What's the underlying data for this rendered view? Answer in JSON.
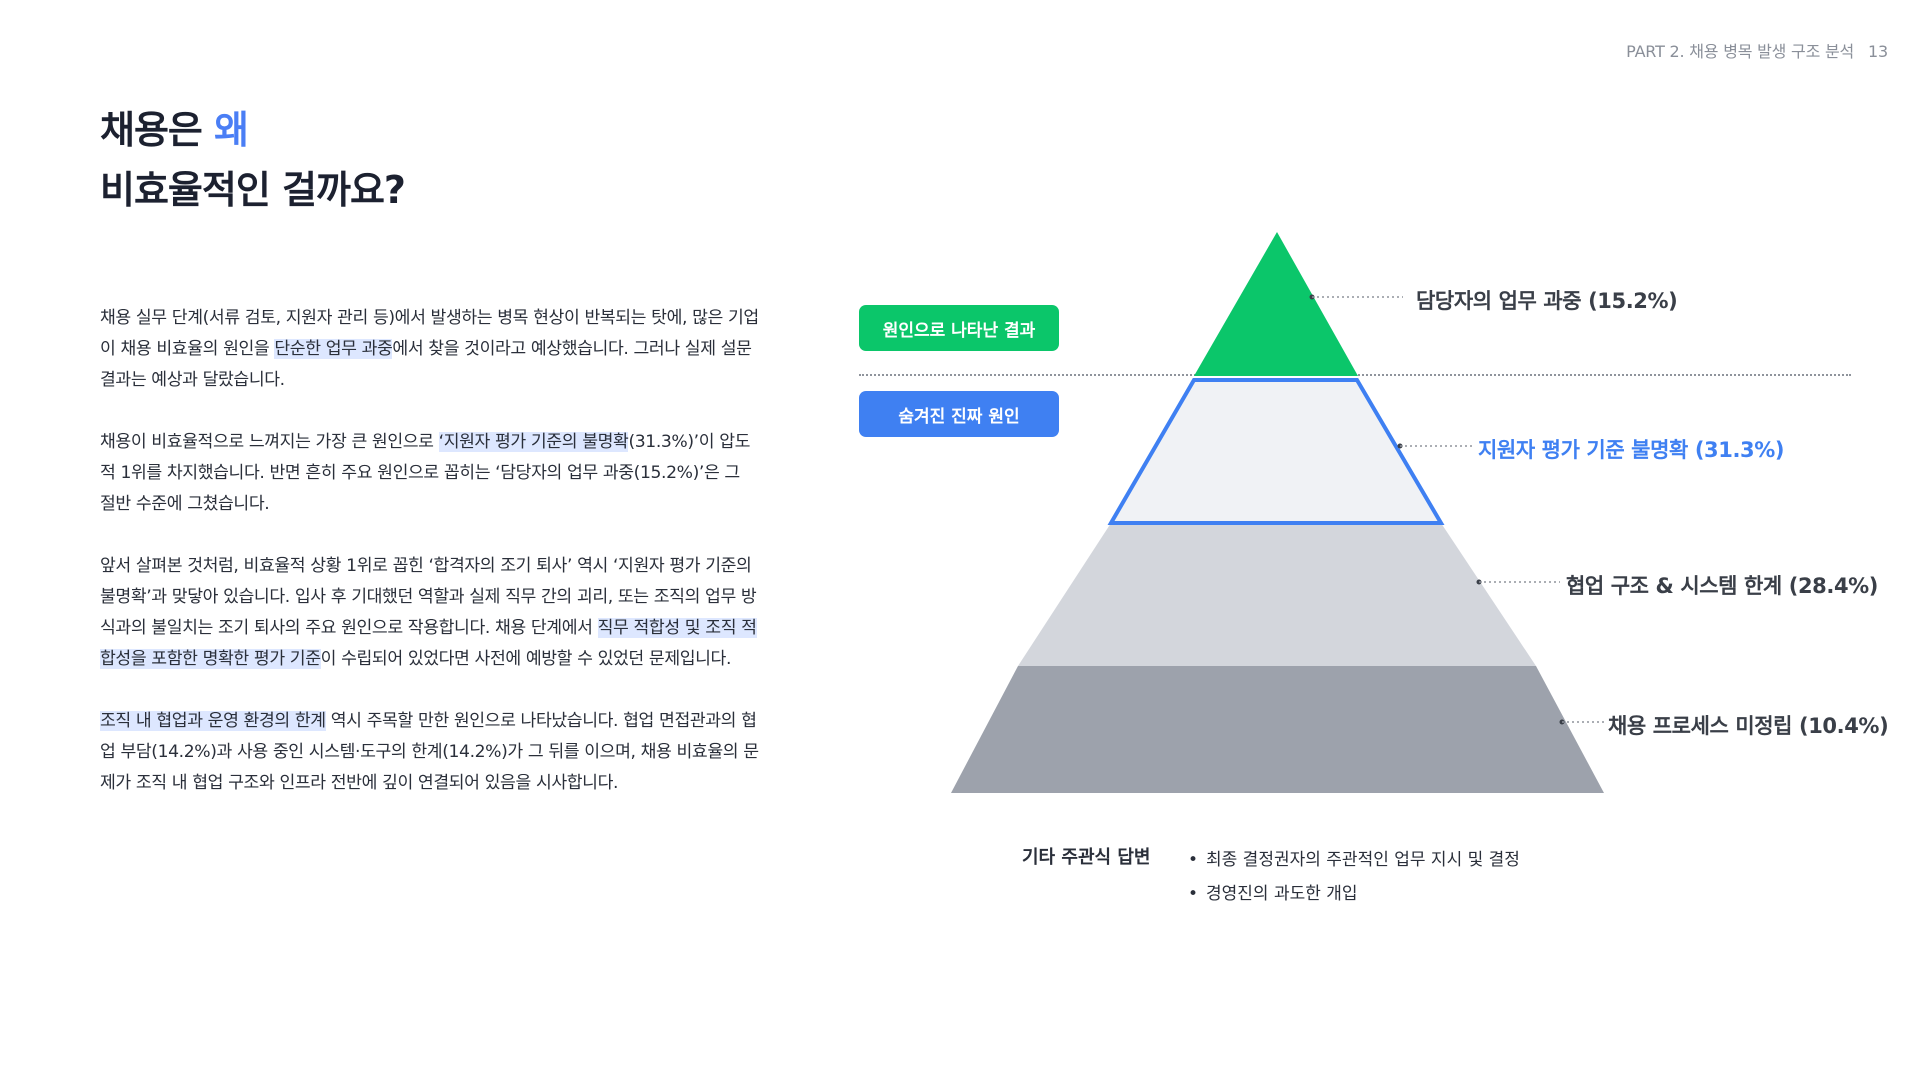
{
  "header": {
    "section": "PART 2. 채용 병목 발생 구조 분석",
    "page_number": "13"
  },
  "title": {
    "line1_prefix": "채용은 ",
    "line1_accent": "왜",
    "line2": "비효율적인 걸까요?"
  },
  "body": {
    "p1": [
      "채용 실무 단계(서류 검토, 지원자 관리 등)에서 발생하는 병목 현상이 반복되는 탓에, 많은 기업이 채용 비효율의 원인을 ",
      "단순한 업무 과중",
      "에서 찾을 것이라고 예상했습니다. 그러나 실제 설문 결과는 예상과 달랐습니다."
    ],
    "p2": [
      "채용이 비효율적으로 느껴지는 가장 큰 원인으로 ",
      "‘지원자 평가 기준의 불명확",
      "(31.3%)’이 압도적 1위를 차지했습니다. 반면 흔히 주요 원인으로 꼽히는 ‘담당자의 업무 과중(15.2%)’은 그 절반 수준에 그쳤습니다."
    ],
    "p3": [
      "앞서 살펴본 것처럼, 비효율적 상황 1위로 꼽힌 ‘합격자의 조기 퇴사’ 역시 ‘지원자 평가 기준의 불명확’과 맞닿아 있습니다. 입사 후 기대했던 역할과 실제 직무 간의 괴리, 또는 조직의 업무 방식과의 불일치는 조기 퇴사의 주요 원인으로 작용합니다. 채용 단계에서 ",
      "직무 적합성 및 조직 적합성을 포함한 명확한 평가 기준",
      "이 수립되어 있었다면 사전에 예방할 수 있었던 문제입니다."
    ],
    "p4": [
      "조직 내 협업과 운영 환경의 한계",
      " 역시 주목할 만한 원인으로 나타났습니다. 협업 면접관과의 협업 부담(14.2%)과 사용 중인 시스템·도구의 한계(14.2%)가 그 뒤를 이으며, 채용 비효율의 문제가 조직 내 협업 구조와 인프라 전반에 깊이 연결되어 있음을 시사합니다."
    ]
  },
  "tags": {
    "result": "원인으로 나타난 결과",
    "hidden_cause": "숨겨진 진짜 원인"
  },
  "pyramid": {
    "colors": {
      "top": "#0bc66a",
      "highlight_stroke": "#3f80f2",
      "highlight_fill": "#f0f2f5",
      "third": "#d3d6dc",
      "bottom": "#9da2ac"
    },
    "levels": [
      {
        "label": "담당자의 업무 과중 (15.2%)",
        "value": 15.2
      },
      {
        "label": "지원자 평가 기준 불명확 (31.3%)",
        "value": 31.3
      },
      {
        "label": "협업 구조 & 시스템 한계 (28.4%)",
        "value": 28.4
      },
      {
        "label": "채용 프로세스 미정립 (10.4%)",
        "value": 10.4
      }
    ]
  },
  "others": {
    "title": "기타 주관식 답변",
    "items": [
      "최종 결정권자의 주관적인 업무 지시 및 결정",
      "경영진의 과도한 개입"
    ]
  }
}
